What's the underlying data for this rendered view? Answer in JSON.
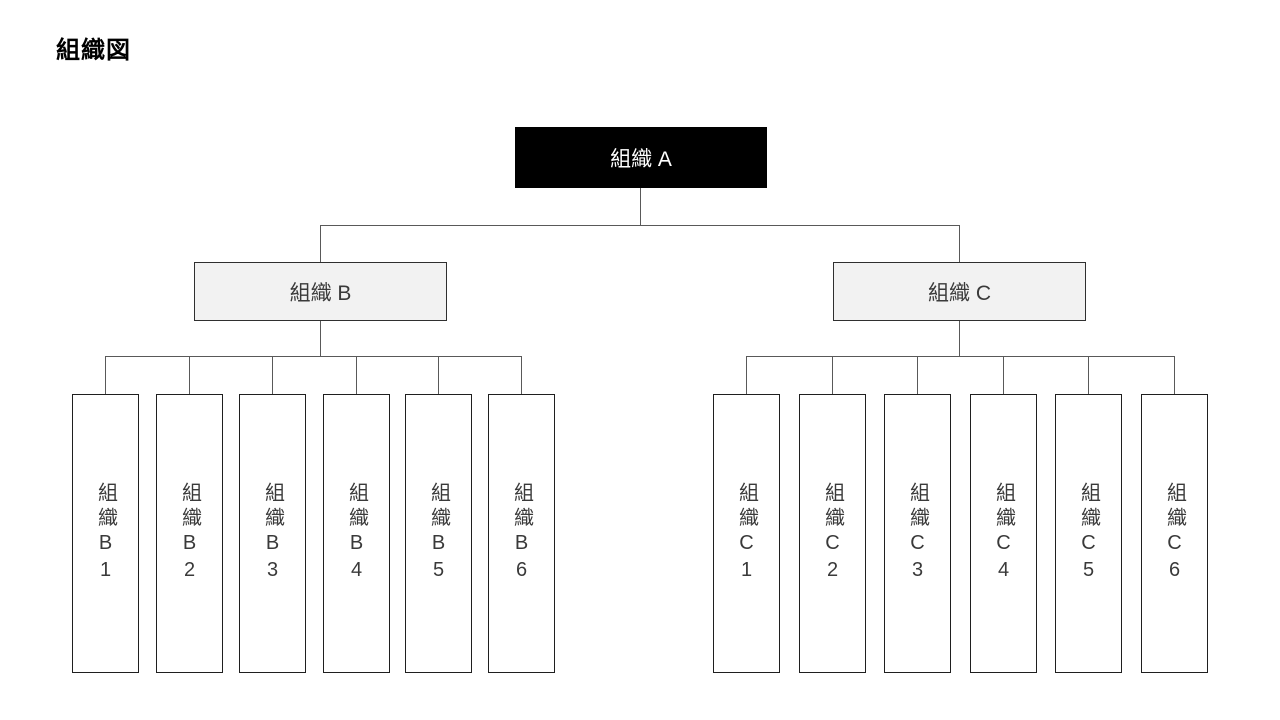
{
  "slide": {
    "title": "組織図",
    "background_color": "#ffffff"
  },
  "org_chart": {
    "connector_color": "#595959",
    "root": {
      "label": "組織 A",
      "fill_color": "#000000",
      "text_color": "#ffffff"
    },
    "branches": [
      {
        "label": "組織 B",
        "fill_color": "#f2f2f2",
        "children": [
          {
            "label": "組織B1"
          },
          {
            "label": "組織B2"
          },
          {
            "label": "組織B3"
          },
          {
            "label": "組織B4"
          },
          {
            "label": "組織B5"
          },
          {
            "label": "組織B6"
          }
        ]
      },
      {
        "label": "組織 C",
        "fill_color": "#f2f2f2",
        "children": [
          {
            "label": "組織C1"
          },
          {
            "label": "組織C2"
          },
          {
            "label": "組織C3"
          },
          {
            "label": "組織C4"
          },
          {
            "label": "組織C5"
          },
          {
            "label": "組織C6"
          }
        ]
      }
    ]
  }
}
